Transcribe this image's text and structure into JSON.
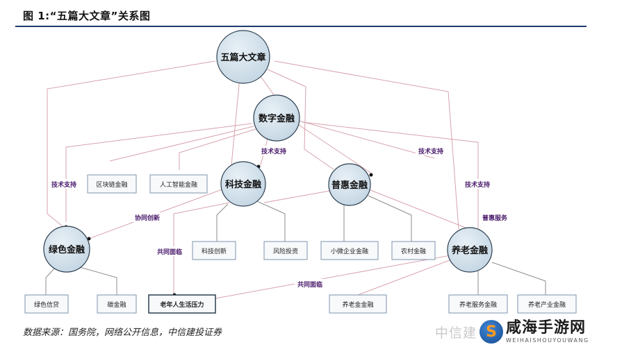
{
  "figure": {
    "title": "图 1:“五篇大文章”关系图",
    "source": "数据来源：国务院，网络公开信息，中信建投证券"
  },
  "nodes": {
    "top": "五篇大文章",
    "digital": "数字金融",
    "tech": "科技金融",
    "inclusive": "普惠金融",
    "green": "绿色金融",
    "pension": "养老金融"
  },
  "boxes": {
    "blockchain": "区块链金融",
    "ai": "人工智能金融",
    "tech_innovation": "科技创新",
    "risk_investment": "风险投资",
    "sme": "小微企业金融",
    "rural": "农村金融",
    "green_credit": "绿色信贷",
    "carbon": "碳金融",
    "aging_pressure": "老年人生活压力",
    "pension_fund": "养老金金融",
    "pension_service": "养老服务金融",
    "pension_industry": "养老产业金融"
  },
  "edge_labels": {
    "tech_support_left": "技术支持",
    "tech_support_mid": "技术支持",
    "tech_support_right": "技术支持",
    "tech_support_far_right": "技术支持",
    "coop_innovation": "协同创新",
    "common_face_left": "共同面临",
    "common_face_bottom": "共同面临",
    "inclusive_service": "普惠服务"
  },
  "watermark": {
    "faded": "中信建",
    "logo_letter": "S",
    "brand": "咸海手游网",
    "brand_sub": "WEIHAISHOUYOUWANG"
  },
  "colors": {
    "rule": "#1f3b6e",
    "node_fill": "#d4e2ec",
    "node_stroke": "#2c3e50",
    "box_stroke": "#7d93ad",
    "pink_line": "#d7a3ad",
    "gray_line": "#8d8d8d",
    "label_text": "#4a1a6b"
  }
}
